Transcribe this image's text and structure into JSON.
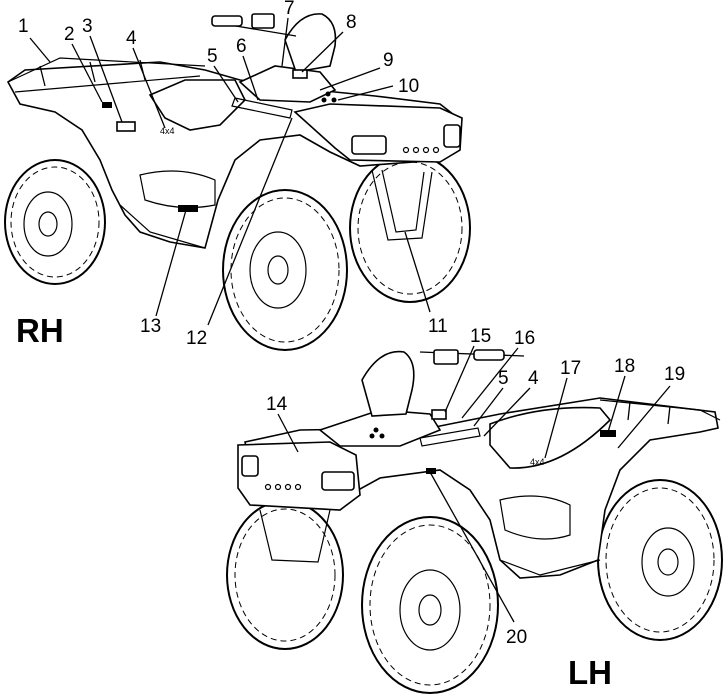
{
  "views": {
    "rh": {
      "label": "RH"
    },
    "lh": {
      "label": "LH"
    }
  },
  "callouts": [
    {
      "id": "c1",
      "text": "1"
    },
    {
      "id": "c2",
      "text": "2"
    },
    {
      "id": "c3",
      "text": "3"
    },
    {
      "id": "c4",
      "text": "4"
    },
    {
      "id": "c5",
      "text": "5"
    },
    {
      "id": "c6",
      "text": "6"
    },
    {
      "id": "c7",
      "text": "7"
    },
    {
      "id": "c8",
      "text": "8"
    },
    {
      "id": "c9",
      "text": "9"
    },
    {
      "id": "c10",
      "text": "10"
    },
    {
      "id": "c11",
      "text": "11"
    },
    {
      "id": "c12",
      "text": "12"
    },
    {
      "id": "c13",
      "text": "13"
    },
    {
      "id": "c14",
      "text": "14"
    },
    {
      "id": "c15",
      "text": "15"
    },
    {
      "id": "c16",
      "text": "16"
    },
    {
      "id": "c5b",
      "text": "5"
    },
    {
      "id": "c4b",
      "text": "4"
    },
    {
      "id": "c17",
      "text": "17"
    },
    {
      "id": "c18",
      "text": "18"
    },
    {
      "id": "c19",
      "text": "19"
    },
    {
      "id": "c20",
      "text": "20"
    }
  ]
}
